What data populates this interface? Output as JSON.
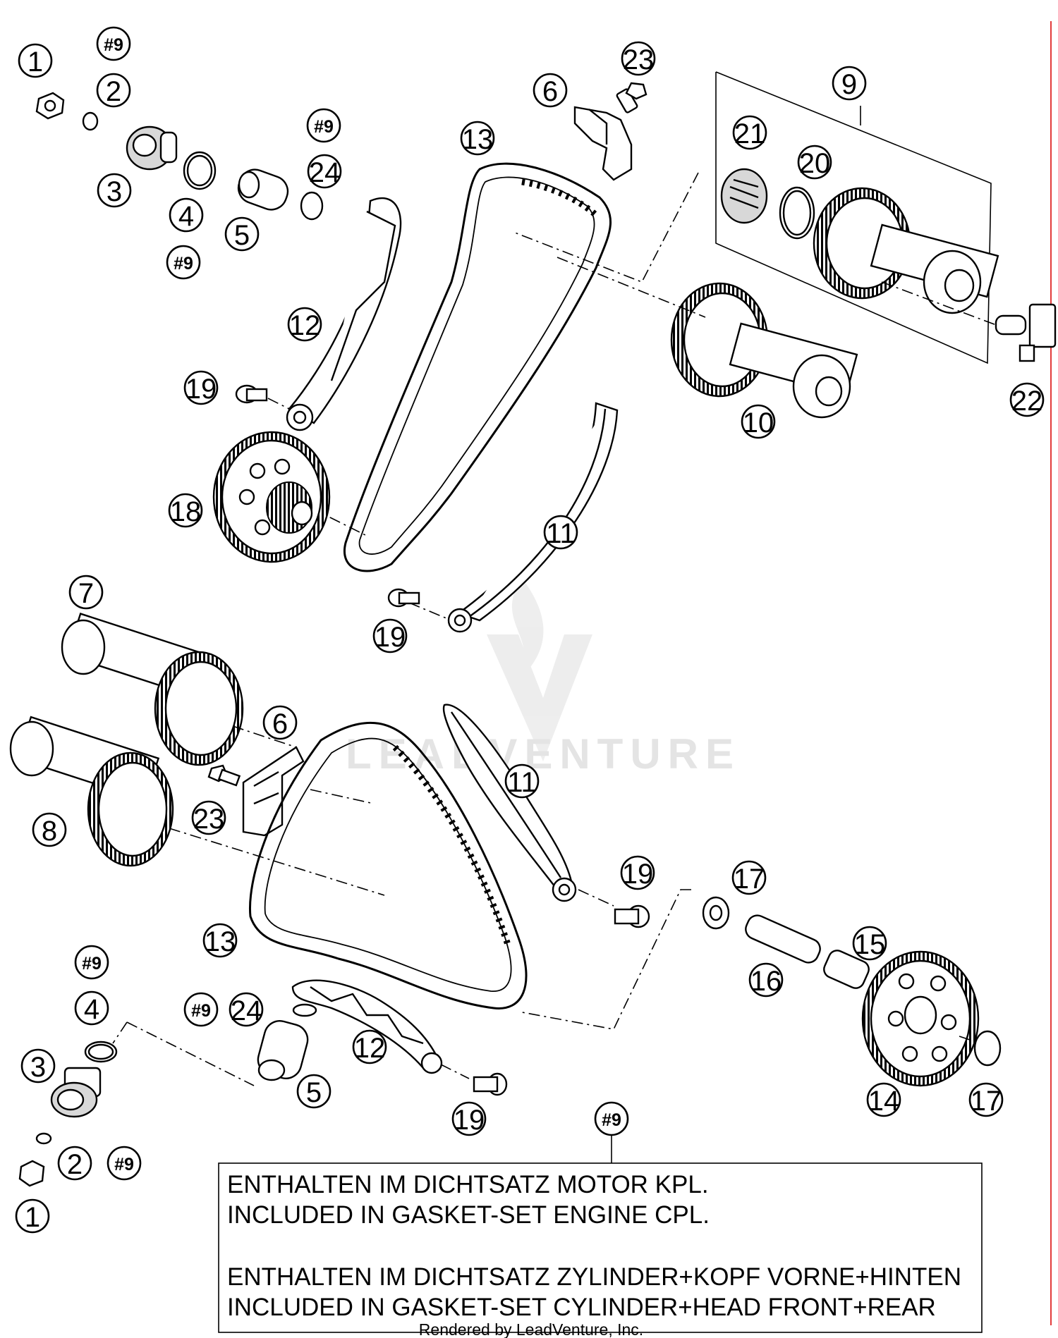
{
  "callouts": [
    {
      "id": "c1",
      "label": "1"
    },
    {
      "id": "c2",
      "label": "#9"
    },
    {
      "id": "c3",
      "label": "2"
    },
    {
      "id": "c4",
      "label": "3"
    },
    {
      "id": "c5",
      "label": "4"
    },
    {
      "id": "c6",
      "label": "#9"
    },
    {
      "id": "c7",
      "label": "5"
    },
    {
      "id": "c8",
      "label": "#9"
    },
    {
      "id": "c9",
      "label": "24"
    },
    {
      "id": "c10",
      "label": "6"
    },
    {
      "id": "c11",
      "label": "23"
    },
    {
      "id": "c12",
      "label": "13"
    },
    {
      "id": "c13",
      "label": "9"
    },
    {
      "id": "c14",
      "label": "21"
    },
    {
      "id": "c15",
      "label": "20"
    },
    {
      "id": "c16",
      "label": "12"
    },
    {
      "id": "c17",
      "label": "19"
    },
    {
      "id": "c18",
      "label": "10"
    },
    {
      "id": "c19",
      "label": "22"
    },
    {
      "id": "c20",
      "label": "18"
    },
    {
      "id": "c21",
      "label": "11"
    },
    {
      "id": "c22",
      "label": "19"
    },
    {
      "id": "c23",
      "label": "7"
    },
    {
      "id": "c24",
      "label": "6"
    },
    {
      "id": "c25",
      "label": "11"
    },
    {
      "id": "c26",
      "label": "8"
    },
    {
      "id": "c27",
      "label": "23"
    },
    {
      "id": "c28",
      "label": "19"
    },
    {
      "id": "c29",
      "label": "17"
    },
    {
      "id": "c30",
      "label": "13"
    },
    {
      "id": "c31",
      "label": "15"
    },
    {
      "id": "c32",
      "label": "16"
    },
    {
      "id": "c33",
      "label": "#9"
    },
    {
      "id": "c34",
      "label": "4"
    },
    {
      "id": "c35",
      "label": "#9"
    },
    {
      "id": "c36",
      "label": "24"
    },
    {
      "id": "c37",
      "label": "12"
    },
    {
      "id": "c38",
      "label": "3"
    },
    {
      "id": "c39",
      "label": "5"
    },
    {
      "id": "c40",
      "label": "14"
    },
    {
      "id": "c41",
      "label": "17"
    },
    {
      "id": "c42",
      "label": "19"
    },
    {
      "id": "c43",
      "label": "#9"
    },
    {
      "id": "c44",
      "label": "2"
    },
    {
      "id": "c45",
      "label": "#9"
    },
    {
      "id": "c46",
      "label": "1"
    }
  ],
  "note": {
    "lines": [
      "ENTHALTEN IM DICHTSATZ MOTOR KPL.",
      "INCLUDED IN GASKET-SET ENGINE CPL.",
      "ENTHALTEN IM DICHTSATZ ZYLINDER+KOPF VORNE+HINTEN",
      "INCLUDED IN GASKET-SET CYLINDER+HEAD FRONT+REAR"
    ]
  },
  "watermark": "LEADVENTURE",
  "footer": "Rendered by LeadVenture, Inc."
}
